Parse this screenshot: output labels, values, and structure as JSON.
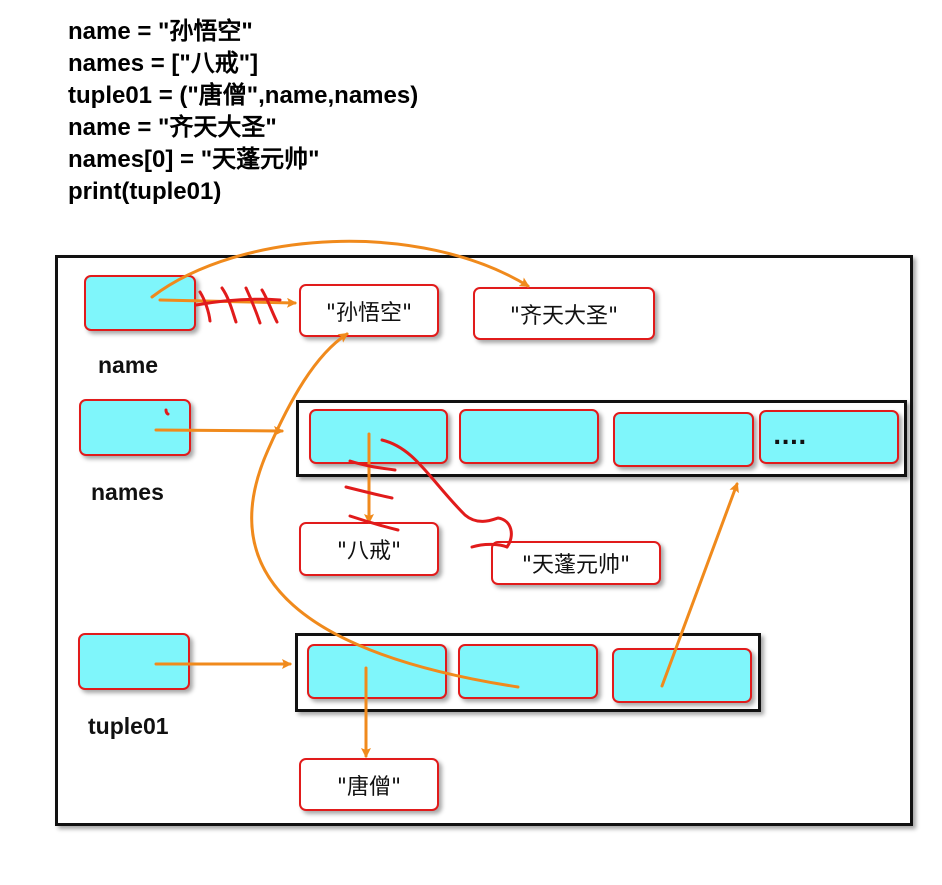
{
  "code": {
    "lines": [
      "name = \"孙悟空\"",
      "names = [\"八戒\"]",
      "tuple01 = (\"唐僧\",name,names)",
      "name = \"齐天大圣\"",
      "names[0] = \"天蓬元帅\"",
      "print(tuple01)"
    ]
  },
  "diagram": {
    "variables": {
      "name": "name",
      "names": "names",
      "tuple01": "tuple01"
    },
    "strings": {
      "sun_wukong": "\"孙悟空\"",
      "qitian_dasheng": "\"齐天大圣\"",
      "bajie": "\"八戒\"",
      "tianpeng": "\"天蓬元帅\"",
      "tang_seng": "\"唐僧\""
    },
    "list_more": "....",
    "colors": {
      "cell_fill": "#7ff6fb",
      "cell_border": "#e11b1b",
      "arrow": "#f08a1c",
      "strike": "#e11b1b"
    }
  }
}
